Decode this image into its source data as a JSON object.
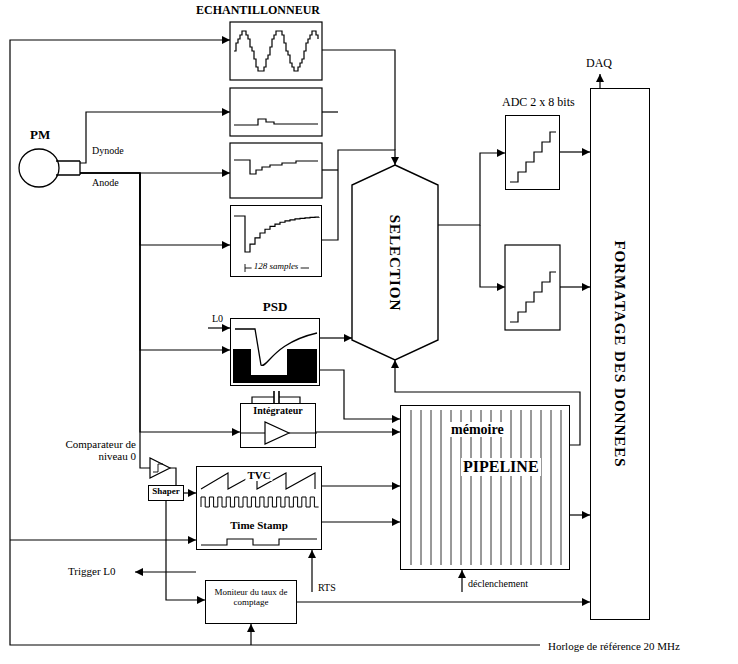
{
  "diagram": {
    "nodes": [
      {
        "text": [
          "PM"
        ]
      },
      {
        "text": [
          "128 samples"
        ]
      },
      {
        "text": [
          "SELECTION"
        ]
      },
      {
        "text": [
          "ADC 2 x 8 bits"
        ]
      },
      {
        "text": [
          "FORMATAGE DES DONNEES"
        ]
      },
      {
        "text": [
          "PSD"
        ]
      },
      {
        "text": [
          "Intégrateur"
        ]
      },
      {
        "text": [
          "Shaper"
        ]
      },
      {
        "text": [
          "TVC",
          "Time Stamp"
        ]
      },
      {
        "text": [
          "mémoire",
          "PIPELINE"
        ]
      },
      {
        "text": [
          "Moniteur du taux de comptage"
        ]
      }
    ],
    "edges": [
      {
        "from": 0,
        "to": 1,
        "arrow": "to"
      },
      {
        "from": 1,
        "to": 2,
        "arrow": "to"
      },
      {
        "from": 2,
        "to": 3,
        "arrow": "to"
      },
      {
        "from": 3,
        "to": 4,
        "arrow": "to"
      },
      {
        "from": 0,
        "to": 5,
        "arrow": "to"
      },
      {
        "from": 5,
        "to": 2,
        "arrow": "to"
      },
      {
        "from": 5,
        "to": 9,
        "arrow": "to"
      },
      {
        "from": 0,
        "to": 6,
        "arrow": "to"
      },
      {
        "from": 6,
        "to": 9,
        "arrow": "to"
      },
      {
        "from": 8,
        "to": 9,
        "arrow": "to"
      },
      {
        "from": 9,
        "to": 2,
        "arrow": "to"
      },
      {
        "from": 9,
        "to": 4,
        "arrow": "to"
      },
      {
        "from": 7,
        "to": 8,
        "arrow": "to"
      },
      {
        "from": 7,
        "to": 10,
        "arrow": "to"
      },
      {
        "from": 10,
        "to": 4,
        "arrow": "to"
      }
    ],
    "labels": [
      "ECHANTILLONNEUR",
      "Dynode",
      "Anode",
      "L0",
      "DAQ",
      "Comparateur de niveau 0",
      "Trigger L0",
      "RTS",
      "déclenchement",
      "Horloge de référence 20 MHz"
    ]
  }
}
